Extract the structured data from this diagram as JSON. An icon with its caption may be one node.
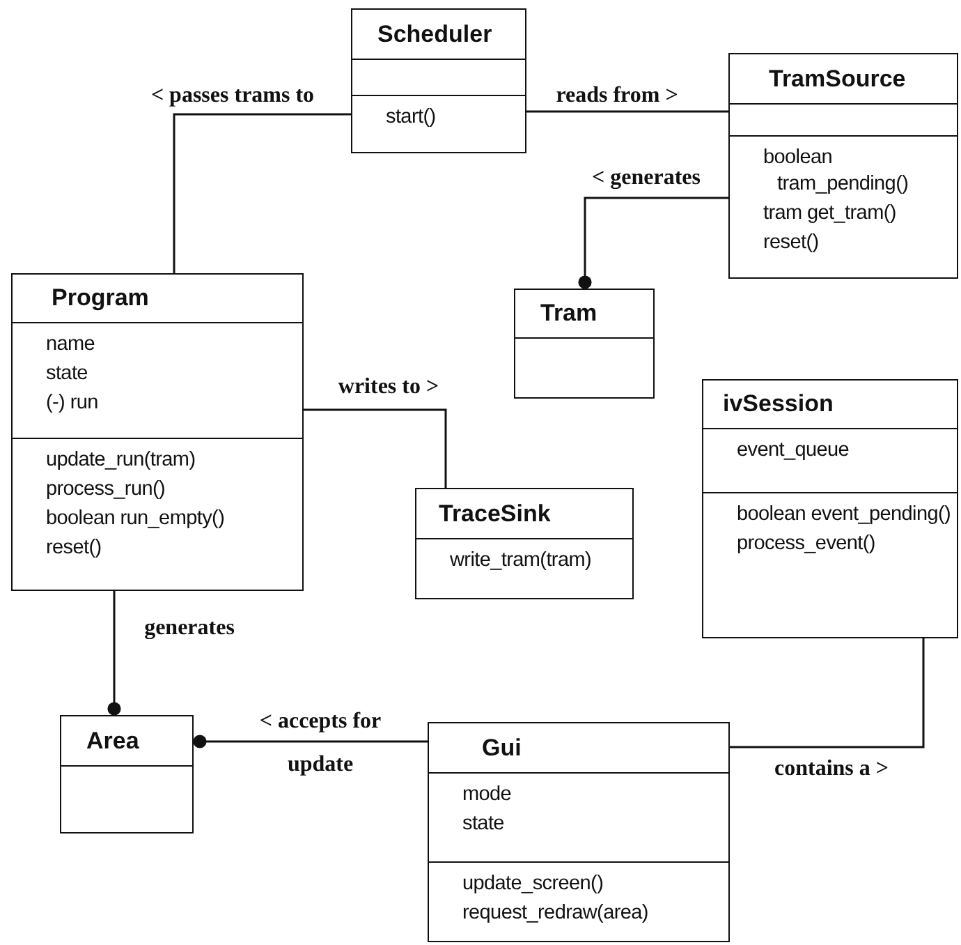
{
  "diagram": {
    "nodes": [
      {
        "text": [
          "Scheduler",
          "start()"
        ]
      },
      {
        "text": [
          "TramSource",
          "boolean tram_pending()",
          "tram get_tram()",
          "reset()"
        ]
      },
      {
        "text": [
          "Program",
          "name",
          "state",
          "(-) run",
          "update_run(tram)",
          "process_run()",
          "boolean run_empty()",
          "reset()"
        ]
      },
      {
        "text": [
          "Tram"
        ]
      },
      {
        "text": [
          "ivSession",
          "event_queue",
          "boolean event_pending()",
          "process_event()"
        ]
      },
      {
        "text": [
          "TraceSink",
          "write_tram(tram)"
        ]
      },
      {
        "text": [
          "Area"
        ]
      },
      {
        "text": [
          "Gui",
          "mode",
          "state",
          "update_screen()",
          "request_redraw(area)"
        ]
      }
    ],
    "edges": [
      {
        "from": 0,
        "to": 2,
        "arrow": "none",
        "label": "< passes trams to"
      },
      {
        "from": 0,
        "to": 1,
        "arrow": "none",
        "label": "reads from >"
      },
      {
        "from": 1,
        "to": 3,
        "arrow": "other",
        "label": "< generates"
      },
      {
        "from": 2,
        "to": 5,
        "arrow": "none",
        "label": "writes to >"
      },
      {
        "from": 2,
        "to": 6,
        "arrow": "other",
        "label": "generates"
      },
      {
        "from": 7,
        "to": 6,
        "arrow": "other",
        "label": "< accepts for update"
      },
      {
        "from": 7,
        "to": 4,
        "arrow": "none",
        "label": "contains a >"
      }
    ]
  }
}
